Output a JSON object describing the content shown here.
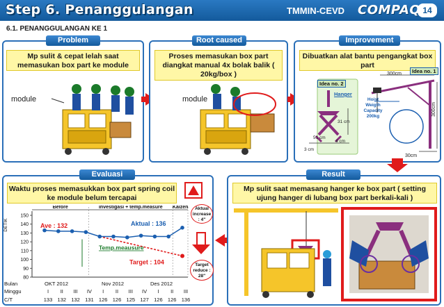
{
  "header": {
    "title": "Step 6. Penanggulangan",
    "subtitle": "TMMIN-CEVD",
    "logo": "COMPAQ",
    "page": "14"
  },
  "section_title": "6.1. PENANGGULANGAN KE 1",
  "problem": {
    "tab": "Problem",
    "text": "Mp sulit & cepat lelah saat memasukan box part ke module",
    "label": "module"
  },
  "root_cause": {
    "tab": "Root caused",
    "text": "Proses memasukan box part diangkat manual 4x bolak balik ( 20kg/box )",
    "label": "module"
  },
  "improvement": {
    "tab": "Improvement",
    "text": "Dibuatkan alat bantu pengangkat box part",
    "idea1": "Idea no. 1",
    "idea2": "Idea no. 2",
    "hanger": "Hanger",
    "hoist": "Hoist Weigth Capacity 200kg",
    "dim_300_top": "300cm",
    "dim_300_side": "300cm",
    "dim_30": "30cm",
    "dim_31": "31 cm",
    "dim_51": "51 cm",
    "dim_4": "4 cm",
    "dim_3": "3 cm"
  },
  "evaluasi": {
    "tab": "Evaluasi",
    "text": "Waktu proses memasukkan box part spring coil ke module belum tercapai",
    "aktual_increase": "Aktual increase : 4\"",
    "target_reduce": "Target reduce : 28\""
  },
  "result": {
    "tab": "Result",
    "text": "Mp sulit saat memasang hanger ke box part ( setting ujung hanger di lubang box part berkali-kali )"
  },
  "chart_data": {
    "type": "line",
    "ylabel": "DETIK",
    "ylim": [
      80,
      150
    ],
    "yticks": [
      80,
      90,
      100,
      110,
      120,
      130,
      140,
      150
    ],
    "phase_labels": [
      "Before",
      "Investigasi + temp.measure",
      "Kaizen"
    ],
    "annotations": {
      "ave": "Ave : 132",
      "aktual": "Aktual : 136",
      "temp": "Temp.meausure",
      "target": "Target : 104"
    },
    "weeks": [
      "I",
      "II",
      "III",
      "IV",
      "I",
      "II",
      "III",
      "IV",
      "I",
      "II",
      "III"
    ],
    "months": [
      "OKT 2012",
      "Nov 2012",
      "Des 2012"
    ],
    "row_labels": {
      "bulan": "Bulan",
      "minggu": "Minggu",
      "ct": "C/T"
    },
    "series": [
      {
        "values": [
          133,
          132,
          132,
          131,
          126,
          126,
          125,
          127,
          126,
          126,
          136
        ],
        "color": "#1b5fb0"
      }
    ],
    "target_value": 104,
    "target_color": "#e01b1b"
  }
}
